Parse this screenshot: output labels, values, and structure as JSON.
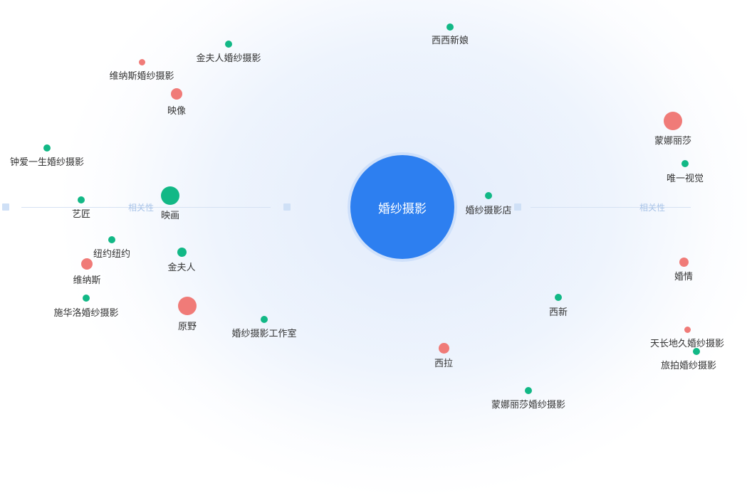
{
  "center": {
    "label": "婚纱摄影",
    "color": "#2d7ff0"
  },
  "axis": {
    "left_label": "相关性",
    "right_label": "相关性"
  },
  "colors": {
    "green": "#12b886",
    "red": "#f07b78"
  },
  "nodes": [
    {
      "label": "西西新娘",
      "color": "green"
    },
    {
      "label": "金夫人婚纱摄影",
      "color": "green"
    },
    {
      "label": "维纳斯婚纱摄影",
      "color": "red"
    },
    {
      "label": "映像",
      "color": "red"
    },
    {
      "label": "钟爱一生婚纱摄影",
      "color": "green"
    },
    {
      "label": "艺匠",
      "color": "green"
    },
    {
      "label": "映画",
      "color": "green"
    },
    {
      "label": "纽约纽约",
      "color": "green"
    },
    {
      "label": "维纳斯",
      "color": "red"
    },
    {
      "label": "金夫人",
      "color": "green"
    },
    {
      "label": "施华洛婚纱摄影",
      "color": "green"
    },
    {
      "label": "原野",
      "color": "red"
    },
    {
      "label": "婚纱摄影工作室",
      "color": "green"
    },
    {
      "label": "婚纱摄影店",
      "color": "green"
    },
    {
      "label": "蒙娜丽莎",
      "color": "red"
    },
    {
      "label": "唯一视觉",
      "color": "green"
    },
    {
      "label": "婚情",
      "color": "red"
    },
    {
      "label": "西新",
      "color": "green"
    },
    {
      "label": "天长地久婚纱摄影",
      "color": "red"
    },
    {
      "label": "旅拍婚纱摄影",
      "color": "green"
    },
    {
      "label": "西拉",
      "color": "red"
    },
    {
      "label": "蒙娜丽莎婚纱摄影",
      "color": "green"
    }
  ]
}
